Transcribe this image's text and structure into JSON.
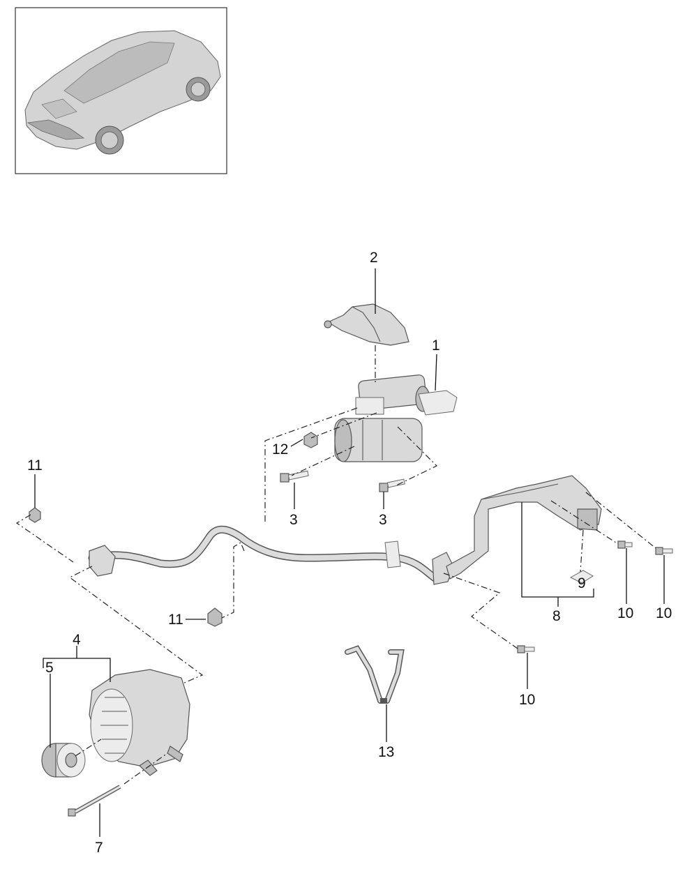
{
  "callouts": [
    {
      "id": "c1",
      "text": "1"
    },
    {
      "id": "c2",
      "text": "2"
    },
    {
      "id": "c3a",
      "text": "3"
    },
    {
      "id": "c3b",
      "text": "3"
    },
    {
      "id": "c4",
      "text": "4"
    },
    {
      "id": "c5",
      "text": "5"
    },
    {
      "id": "c7",
      "text": "7"
    },
    {
      "id": "c8",
      "text": "8"
    },
    {
      "id": "c9",
      "text": "9"
    },
    {
      "id": "c10a",
      "text": "10"
    },
    {
      "id": "c10b",
      "text": "10"
    },
    {
      "id": "c10c",
      "text": "10"
    },
    {
      "id": "c11a",
      "text": "11"
    },
    {
      "id": "c11b",
      "text": "11"
    },
    {
      "id": "c12",
      "text": "12"
    },
    {
      "id": "c13",
      "text": "13"
    }
  ],
  "icons": {
    "vehicle_thumbnail": "car-thumbnail-icon",
    "starter_motor": "starter-motor-icon",
    "starter_cover": "starter-cover-icon",
    "alternator": "alternator-icon",
    "pulley": "pulley-icon",
    "cable_harness": "battery-cable-icon",
    "ground_strap": "ground-strap-icon"
  }
}
